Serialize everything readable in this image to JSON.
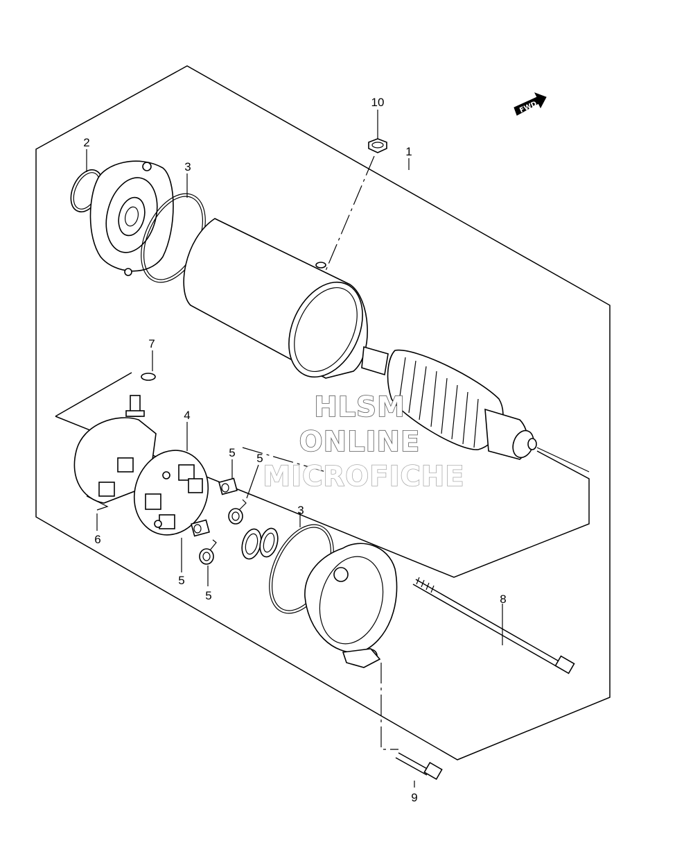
{
  "callouts": {
    "c1": "1",
    "c2": "2",
    "c3a": "3",
    "c3b": "3",
    "c4": "4",
    "c5a": "5",
    "c5b": "5",
    "c5c": "5",
    "c5d": "5",
    "c6": "6",
    "c7": "7",
    "c8": "8",
    "c9": "9",
    "c10": "10"
  },
  "fwd_label": "FWD",
  "watermark": {
    "line1": "HLSM",
    "line2": "ONLINE",
    "line3": "MICROFICHE"
  },
  "icons": [
    "fwd-arrow-icon"
  ],
  "colors": {
    "line": "#000000",
    "background": "#ffffff",
    "watermark_outline": "#555555"
  }
}
